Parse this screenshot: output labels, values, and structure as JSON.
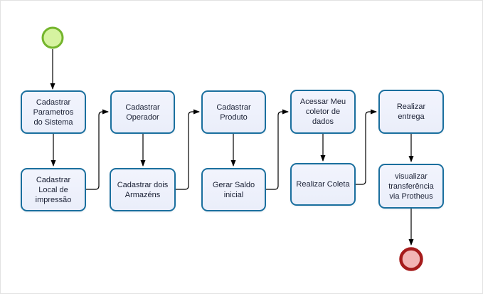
{
  "diagram": {
    "type": "flowchart",
    "nodes": [
      {
        "label": "Cadastrar Parametros do Sistema"
      },
      {
        "label": "Cadastrar Local de impressão"
      },
      {
        "label": "Cadastrar Operador"
      },
      {
        "label": "Cadastrar dois Armazéns"
      },
      {
        "label": "Cadastrar Produto"
      },
      {
        "label": "Gerar Saldo inicial"
      },
      {
        "label": "Acessar Meu coletor de dados"
      },
      {
        "label": "Realizar Coleta"
      },
      {
        "label": "Realizar entrega"
      },
      {
        "label": "visualizar transferência via Protheus"
      }
    ],
    "events": {
      "start": "start-event",
      "end": "end-event"
    },
    "colors": {
      "node_border": "#1a6f9e",
      "node_fill": "#eaeefa",
      "node_text": "#1a2035",
      "start_fill": "#d6f3a0",
      "start_border": "#74b52c",
      "end_fill": "#f2b5b5",
      "end_border": "#a61c1c",
      "connector": "#000000"
    }
  }
}
